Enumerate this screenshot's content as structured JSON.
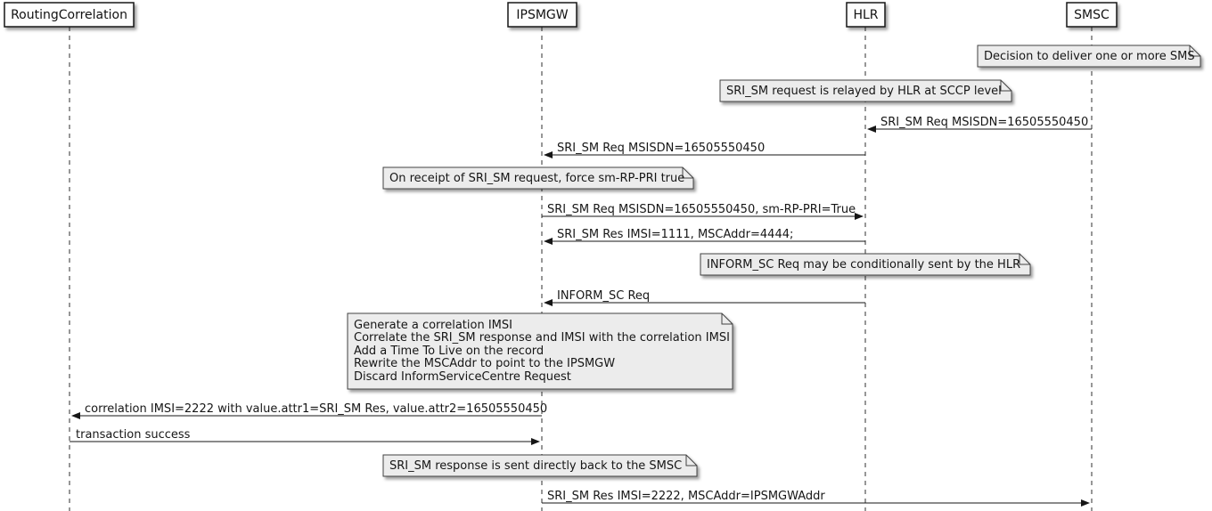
{
  "diagram_type": "sequence-diagram",
  "participants": [
    {
      "label": "RoutingCorrelation"
    },
    {
      "label": "IPSMGW"
    },
    {
      "label": "HLR"
    },
    {
      "label": "SMSC"
    }
  ],
  "notes": [
    {
      "over": "SMSC",
      "text": "Decision to deliver one or more SMS"
    },
    {
      "over": "HLR",
      "text": "SRI_SM request is relayed by HLR at SCCP level"
    },
    {
      "over": "IPSMGW",
      "text": "On receipt of SRI_SM request, force sm-RP-PRI true"
    },
    {
      "over": "HLR",
      "text": "INFORM_SC Req may be conditionally sent by the HLR"
    },
    {
      "over": "IPSMGW",
      "lines": [
        "Generate a correlation IMSI",
        "Correlate the SRI_SM response and IMSI with the correlation IMSI",
        "Add a Time To Live on the record",
        "Rewrite the MSCAddr to point to the IPSMGW",
        "Discard InformServiceCentre Request"
      ]
    },
    {
      "over": "IPSMGW",
      "text": "SRI_SM response is sent directly back to the SMSC"
    }
  ],
  "messages": [
    {
      "from": "SMSC",
      "to": "HLR",
      "text": "SRI_SM Req MSISDN=16505550450"
    },
    {
      "from": "HLR",
      "to": "IPSMGW",
      "text": "SRI_SM Req MSISDN=16505550450"
    },
    {
      "from": "IPSMGW",
      "to": "HLR",
      "text": "SRI_SM Req MSISDN=16505550450, sm-RP-PRI=True"
    },
    {
      "from": "HLR",
      "to": "IPSMGW",
      "text": "SRI_SM Res IMSI=1111, MSCAddr=4444;"
    },
    {
      "from": "HLR",
      "to": "IPSMGW",
      "text": "INFORM_SC Req"
    },
    {
      "from": "IPSMGW",
      "to": "RoutingCorrelation",
      "text": "correlation IMSI=2222 with value.attr1=SRI_SM Res, value.attr2=16505550450"
    },
    {
      "from": "RoutingCorrelation",
      "to": "IPSMGW",
      "text": "transaction success"
    },
    {
      "from": "IPSMGW",
      "to": "SMSC",
      "text": "SRI_SM Res IMSI=2222, MSCAddr=IPSMGWAddr"
    }
  ],
  "colors": {
    "background": "#FFFFFF",
    "line": "#161616",
    "participant_fill": "#FDFDFD",
    "participant_border": "#161616",
    "note_fill": "#ECECEC",
    "note_border": "#424242",
    "text": "#161616"
  }
}
